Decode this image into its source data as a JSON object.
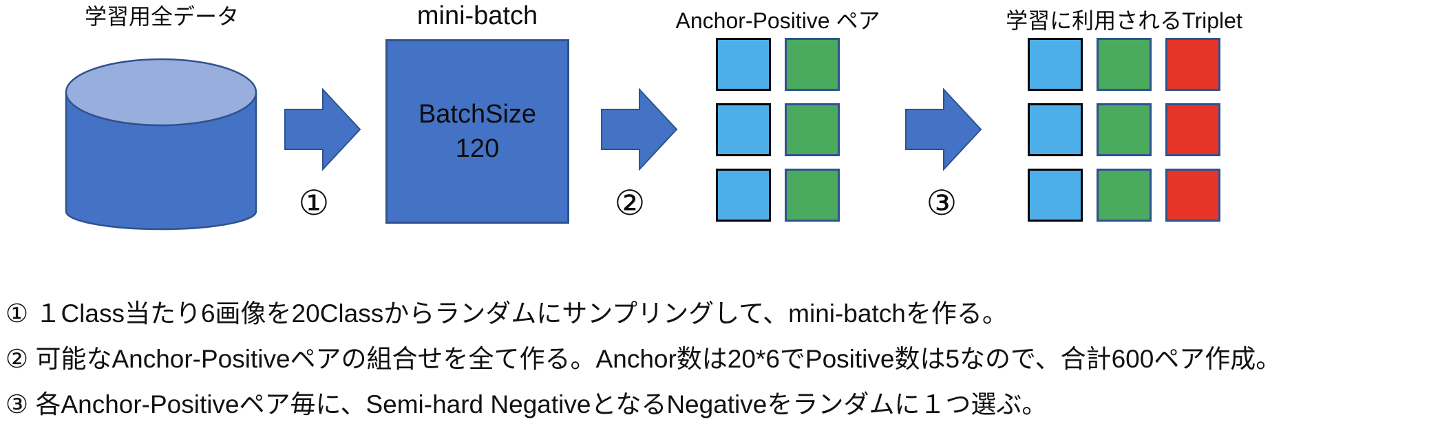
{
  "diagram": {
    "database": {
      "label": "学習用全データ"
    },
    "step1": {
      "number": "①"
    },
    "minibatch": {
      "label": "mini-batch",
      "body_line1": "BatchSize",
      "body_line2": "120"
    },
    "step2": {
      "number": "②"
    },
    "pairs": {
      "label": "Anchor-Positive ペア"
    },
    "step3": {
      "number": "③"
    },
    "triplets": {
      "label": "学習に利用されるTriplet"
    }
  },
  "notes": {
    "line1": "① １Class当たり6画像を20Classからランダムにサンプリングして、mini-batchを作る。",
    "line2": "② 可能なAnchor-Positiveペアの組合せを全て作る。Anchor数は20*6でPositive数は5なので、合計600ペア作成。",
    "line3": "③ 各Anchor-Positiveペア毎に、Semi-hard NegativeとなるNegativeをランダムに１つ選ぶ。"
  },
  "colors": {
    "shape_blue": "#4472C4",
    "shape_border": "#2F528F",
    "cylinder_top": "#98AEDC",
    "anchor_blue": "#4DAEE8",
    "positive_green": "#4AAA5E",
    "negative_red": "#E73428",
    "anchor_border": "#000000",
    "cell_border": "#2E528F"
  }
}
